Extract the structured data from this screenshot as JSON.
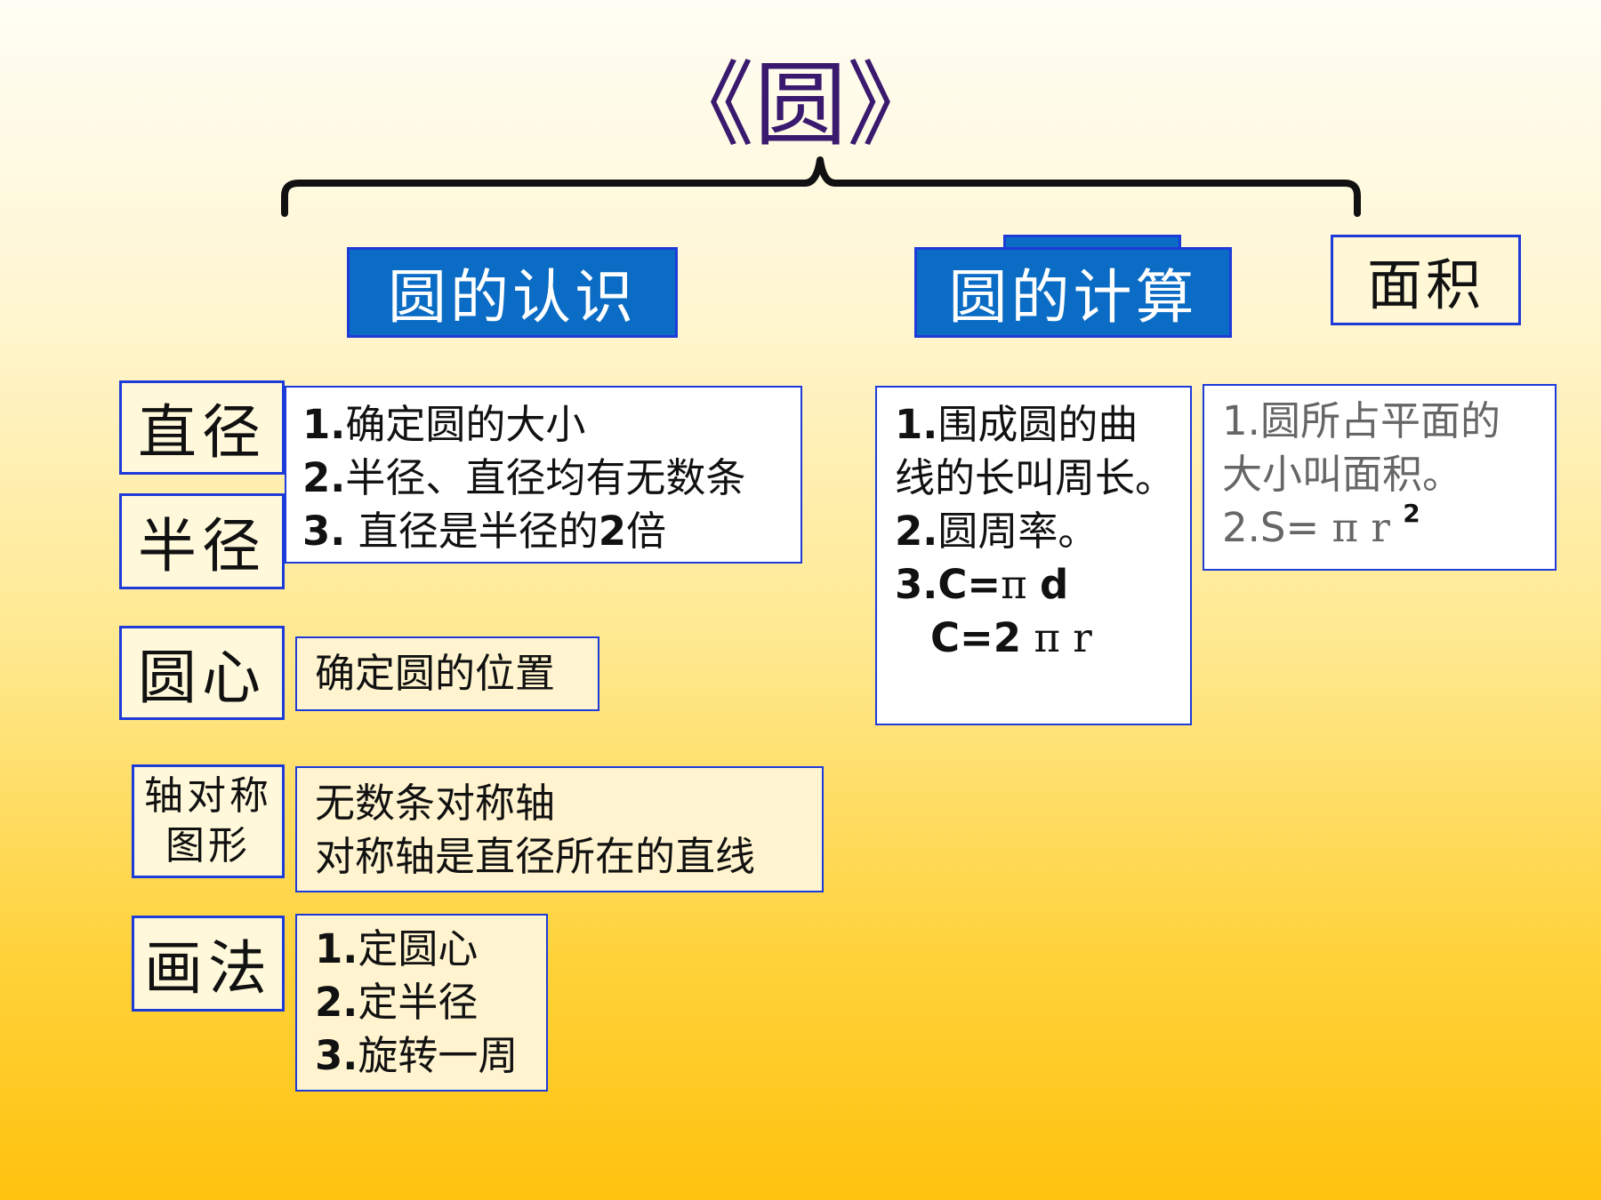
{
  "title": "《圆》",
  "sections": {
    "recognition": {
      "heading": "圆的认识"
    },
    "calculation": {
      "heading": "圆的计算"
    },
    "area": {
      "heading": "面积"
    }
  },
  "terms": {
    "diameter": "直径",
    "radius": "半径",
    "center": "圆心",
    "symmetry_line1": "轴对称",
    "symmetry_line2": "图形",
    "drawing": "画法"
  },
  "boxes": {
    "diameter_radius": [
      {
        "num": "1.",
        "text": "确定圆的大小"
      },
      {
        "num": "2.",
        "text": "半径、直径均有无数条"
      },
      {
        "num": "3.",
        "text": " 直径是半径的",
        "tail_num": "2",
        "tail": "倍"
      }
    ],
    "center": {
      "text": "确定圆的位置"
    },
    "symmetry": [
      "无数条对称轴",
      "对称轴是直径所在的直线"
    ],
    "drawing": [
      {
        "num": "1.",
        "text": "定圆心"
      },
      {
        "num": "2.",
        "text": "定半径"
      },
      {
        "num": "3.",
        "text": "旋转一周"
      }
    ],
    "perimeter": {
      "l1_num": "1.",
      "l1_text": "围成圆的曲",
      "l2_text": "线的长叫周长。",
      "l3_num": "2.",
      "l3_text": "圆周率。",
      "l4_num": "3.C=",
      "l4_pi": "π",
      "l4_var": "d",
      "l5_num": "C=2",
      "l5_pi": "π",
      "l5_var": "r"
    },
    "area": {
      "l1_num": "1.",
      "l1_text": "圆所占平面的",
      "l2_text": "大小叫面积。",
      "l3_num": "2.S=",
      "l3_pi": "π",
      "l3_var": "r",
      "l3_exp": "2"
    }
  }
}
